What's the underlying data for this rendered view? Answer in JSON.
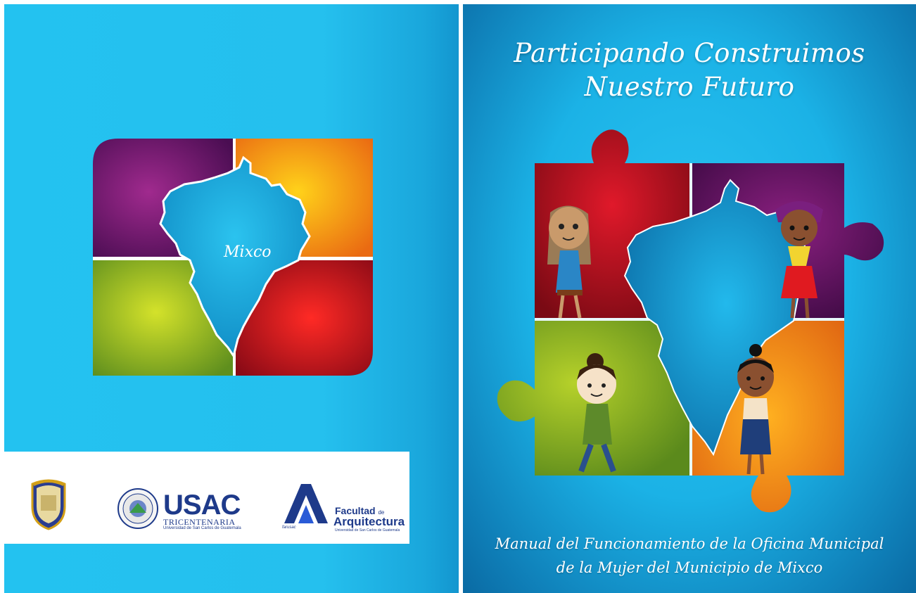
{
  "back_cover": {
    "map_label": "Mixco",
    "logos": {
      "municipality": {
        "icon": "municipality-crest-icon"
      },
      "usac": {
        "name": "USAC",
        "subtitle": "TRICENTENARIA",
        "university": "Universidad de San Carlos de Guatemala"
      },
      "faculty": {
        "line1": "Facultad",
        "line1_suffix": "de",
        "line2": "Arquitectura",
        "line3": "Universidad de San Carlos de Guatemala",
        "abbr": "farusac"
      }
    }
  },
  "front_cover": {
    "title_line1": "Participando Construimos",
    "title_line2": "Nuestro Futuro",
    "subtitle_line1": "Manual del Funcionamiento de la Oficina Municipal",
    "subtitle_line2": "de la Mujer del Municipio de Mixco"
  },
  "colors": {
    "cyan": "#23c2f0",
    "purple": "#6b1a6e",
    "orange": "#f39a1e",
    "lime": "#9cc02a",
    "red": "#c1121f",
    "navy": "#1e3a8a"
  }
}
